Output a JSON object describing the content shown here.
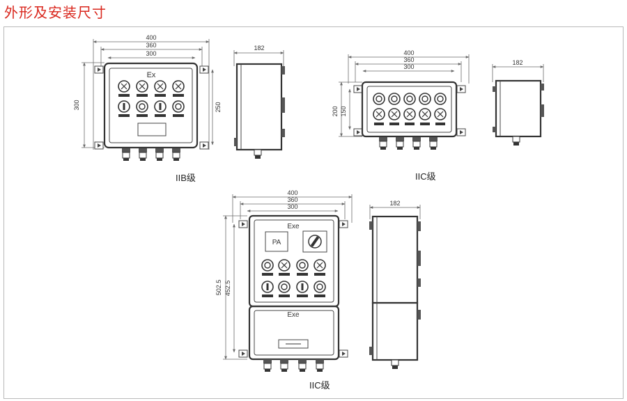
{
  "title": "外形及安装尺寸",
  "fig1": {
    "widths": [
      "400",
      "360",
      "300"
    ],
    "side_width": "182",
    "height_outer": "300",
    "height_inner": "250",
    "label": "Ex",
    "caption": "IIB级"
  },
  "fig2": {
    "widths": [
      "400",
      "360",
      "300"
    ],
    "side_width": "182",
    "height_outer": "200",
    "height_inner": "150",
    "caption": "IIC级"
  },
  "fig3": {
    "widths": [
      "400",
      "360",
      "300"
    ],
    "side_width": "182",
    "height_outer": "502.5",
    "height_inner": "452.5",
    "label_top": "Exe",
    "label_bottom": "Exe",
    "meter_label": "PA",
    "caption": "IIC级"
  }
}
